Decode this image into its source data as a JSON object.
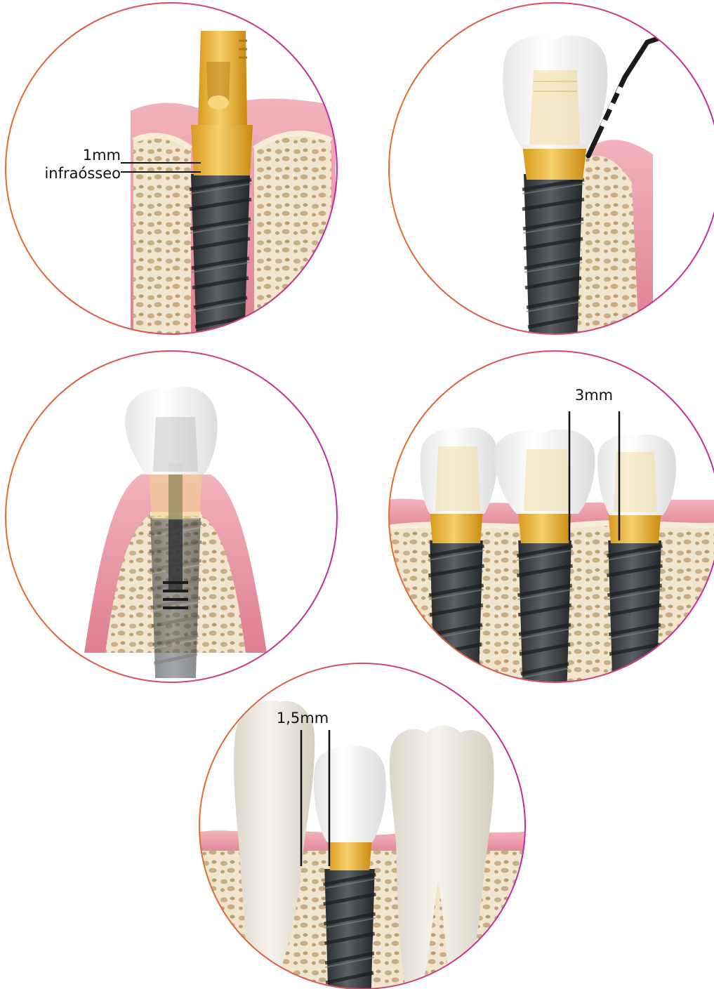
{
  "colors": {
    "ring_start": "#e36f2c",
    "ring_end": "#c02aa6",
    "gum": "#e891a1",
    "bone": "#f0e4cc",
    "implant": "#3b4042",
    "abutment": "#e8b63a",
    "crown": "#f3f3f3",
    "label_line": "#111111"
  },
  "panels": [
    {
      "id": "panel-1",
      "title": "",
      "labels": [
        "1mm",
        "infraósseo"
      ]
    },
    {
      "id": "panel-2",
      "title": "",
      "labels": []
    },
    {
      "id": "panel-3",
      "title": "",
      "labels": []
    },
    {
      "id": "panel-4",
      "title": "",
      "labels": [
        "3mm"
      ]
    },
    {
      "id": "panel-5",
      "title": "",
      "labels": [
        "1,5mm"
      ]
    }
  ]
}
